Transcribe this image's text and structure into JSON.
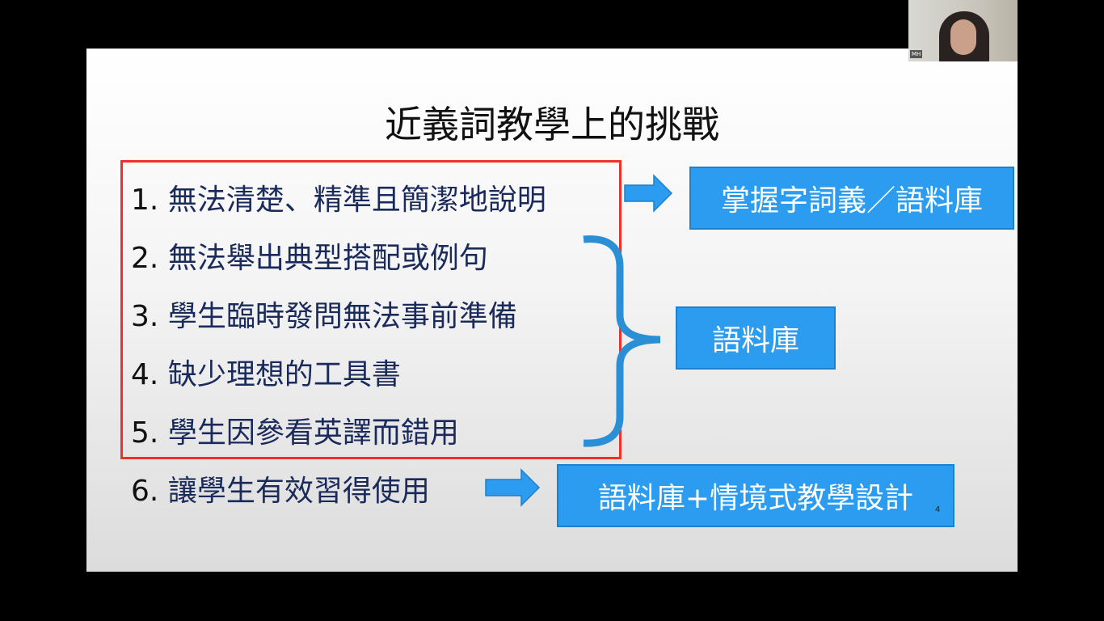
{
  "slide": {
    "title": "近義詞教學上的挑戰",
    "items": [
      {
        "num": "1.",
        "text": "無法清楚、精準且簡潔地說明"
      },
      {
        "num": "2.",
        "text": "無法舉出典型搭配或例句"
      },
      {
        "num": "3.",
        "text": "學生臨時發問無法事前準備"
      },
      {
        "num": "4.",
        "text": "缺少理想的工具書"
      },
      {
        "num": "5.",
        "text": "學生因參看英譯而錯用"
      },
      {
        "num": "6.",
        "text": "讓學生有效習得使用"
      }
    ],
    "boxes": [
      "掌握字詞義／語料庫",
      "語料庫",
      "語料庫+情境式教學設計"
    ],
    "page_number": "4"
  },
  "video": {
    "initials": "MH"
  },
  "colors": {
    "accent": "#2b9cf0",
    "highlight": "#f0302a"
  }
}
